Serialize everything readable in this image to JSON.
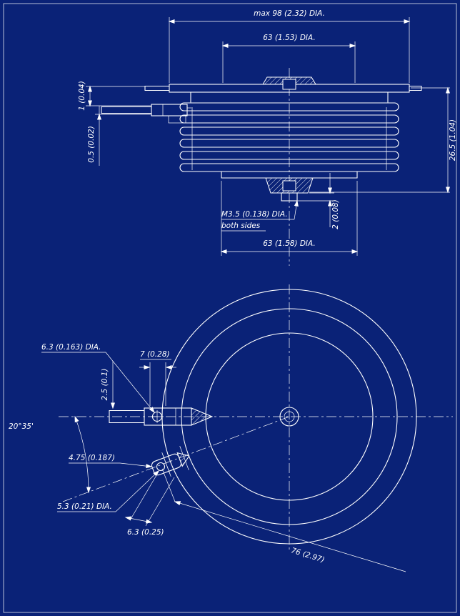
{
  "colors": {
    "background": "#0a2277",
    "line": "#ffffff"
  },
  "side_view": {
    "dim_max_dia": "max 98 (2.32) DIA.",
    "dim_top_dia": "63 (1.53) DIA.",
    "dim_left_upper": "1 (0.04)",
    "dim_left_lower": "0.5 (0.02)",
    "dim_right_height": "26.5 (1.04)",
    "dim_thread_line1": "M3.5 (0.138) DIA.",
    "dim_thread_line2": "both sides",
    "dim_stud_height": "2 (0.08)",
    "dim_bottom_dia": "63 (1.58) DIA."
  },
  "plan_view": {
    "dim_hole_dia": "6.3 (0.163) DIA.",
    "dim_tab_width": "7 (0.28)",
    "dim_tab_thickness": "2.5 (0.1)",
    "dim_angle": "20°35'",
    "dim_gate_offset": "4.75 (0.187)",
    "dim_gate_hole_dia": "5.3 (0.21) DIA.",
    "dim_gate_width": "6.3 (0.25)",
    "dim_radius": "76 (2.97)"
  }
}
